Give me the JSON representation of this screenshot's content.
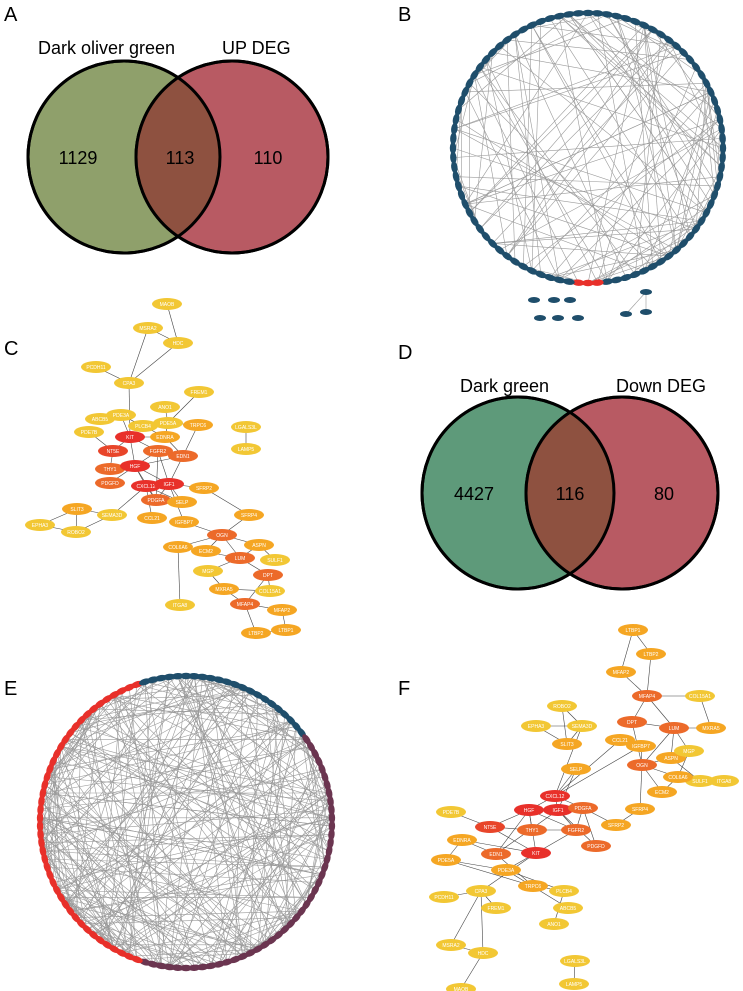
{
  "panels": {
    "A": {
      "label": "A",
      "venn": {
        "left_title": "Dark oliver green",
        "right_title": "UP DEG",
        "left_only": "1129",
        "overlap": "113",
        "right_only": "110",
        "colors": {
          "left": "#8fa06b",
          "right": "#b85a63",
          "overlap": "#8e5140"
        }
      }
    },
    "B": {
      "label": "B",
      "network": {
        "node_count": 88,
        "colors": {
          "dark": "#1f4e6b",
          "mid": "#6b3550",
          "red": "#e8302a",
          "edge": "#9a9a9a"
        }
      }
    },
    "C": {
      "label": "C",
      "nodes": [
        {
          "id": "MAOB",
          "color": "#f2c734"
        },
        {
          "id": "MSRA2",
          "color": "#f2c734"
        },
        {
          "id": "HDC",
          "color": "#f2c734"
        },
        {
          "id": "PCDH11",
          "color": "#f2c734"
        },
        {
          "id": "CPA3",
          "color": "#f2c734"
        },
        {
          "id": "FREM1",
          "color": "#f2c734"
        },
        {
          "id": "ANO1",
          "color": "#f2c734"
        },
        {
          "id": "ABCB5",
          "color": "#f2c734"
        },
        {
          "id": "PDE3A",
          "color": "#f2c734"
        },
        {
          "id": "PLCB4",
          "color": "#f2c734"
        },
        {
          "id": "PDE5A",
          "color": "#f2c734"
        },
        {
          "id": "TRPC6",
          "color": "#f5a623"
        },
        {
          "id": "PDE7B",
          "color": "#f2c734"
        },
        {
          "id": "KIT",
          "color": "#e8302a"
        },
        {
          "id": "EDNRA",
          "color": "#f5a623"
        },
        {
          "id": "NT5E",
          "color": "#e8452a"
        },
        {
          "id": "FGFR2",
          "color": "#ec6a2a"
        },
        {
          "id": "EDN1",
          "color": "#ec6a2a"
        },
        {
          "id": "THY1",
          "color": "#ec6a2a"
        },
        {
          "id": "HGF",
          "color": "#e8302a"
        },
        {
          "id": "PDGFD",
          "color": "#ec6a2a"
        },
        {
          "id": "CXCL12",
          "color": "#e8302a"
        },
        {
          "id": "IGF1",
          "color": "#e8302a"
        },
        {
          "id": "PDGFA",
          "color": "#ec6a2a"
        },
        {
          "id": "SFRP2",
          "color": "#f5a623"
        },
        {
          "id": "SELP",
          "color": "#f5a623"
        },
        {
          "id": "SLIT3",
          "color": "#f5a623"
        },
        {
          "id": "SEMA3D",
          "color": "#f2c734"
        },
        {
          "id": "EPHA3",
          "color": "#f2c734"
        },
        {
          "id": "ROBO2",
          "color": "#f2c734"
        },
        {
          "id": "CCL21",
          "color": "#f5a623"
        },
        {
          "id": "IGFBP7",
          "color": "#f5a623"
        },
        {
          "id": "SFRP4",
          "color": "#f5a623"
        },
        {
          "id": "OGN",
          "color": "#ec6a2a"
        },
        {
          "id": "ASPN",
          "color": "#f5a623"
        },
        {
          "id": "SULF1",
          "color": "#f2c734"
        },
        {
          "id": "COL6A6",
          "color": "#f5a623"
        },
        {
          "id": "ECM2",
          "color": "#f5a623"
        },
        {
          "id": "LUM",
          "color": "#ec6a2a"
        },
        {
          "id": "DPT",
          "color": "#ec6a2a"
        },
        {
          "id": "MGP",
          "color": "#f2c734"
        },
        {
          "id": "COL15A1",
          "color": "#f2c734"
        },
        {
          "id": "MXRA5",
          "color": "#f5a623"
        },
        {
          "id": "MFAP4",
          "color": "#ec6a2a"
        },
        {
          "id": "MFAP2",
          "color": "#f5a623"
        },
        {
          "id": "ITGA8",
          "color": "#f2c734"
        },
        {
          "id": "LTBP2",
          "color": "#f5a623"
        },
        {
          "id": "LTBP1",
          "color": "#f5a623"
        },
        {
          "id": "LGALS3L",
          "color": "#f2c734"
        },
        {
          "id": "LAMP5",
          "color": "#f2c734"
        }
      ]
    },
    "D": {
      "label": "D",
      "venn": {
        "left_title": "Dark green",
        "right_title": "Down DEG",
        "left_only": "4427",
        "overlap": "116",
        "right_only": "80",
        "colors": {
          "left": "#5e9a7a",
          "right": "#b85a63",
          "overlap": "#8e5140"
        }
      }
    },
    "E": {
      "label": "E",
      "network": {
        "node_count": 110,
        "colors": {
          "dark": "#1f4e6b",
          "mid": "#6b3550",
          "red": "#e8302a",
          "edge": "#9a9a9a"
        }
      }
    },
    "F": {
      "label": "F",
      "nodes": [
        {
          "id": "LTBP1",
          "color": "#f5a623"
        },
        {
          "id": "LTBP2",
          "color": "#f5a623"
        },
        {
          "id": "MFAP2",
          "color": "#f5a623"
        },
        {
          "id": "MFAP4",
          "color": "#ec6a2a"
        },
        {
          "id": "COL15A1",
          "color": "#f2c734"
        },
        {
          "id": "DPT",
          "color": "#ec6a2a"
        },
        {
          "id": "LUM",
          "color": "#ec6a2a"
        },
        {
          "id": "MXRA5",
          "color": "#f5a623"
        },
        {
          "id": "ROBO2",
          "color": "#f2c734"
        },
        {
          "id": "EPHA3",
          "color": "#f2c734"
        },
        {
          "id": "SEMA3D",
          "color": "#f2c734"
        },
        {
          "id": "CCL21",
          "color": "#f5a623"
        },
        {
          "id": "SLIT3",
          "color": "#f5a623"
        },
        {
          "id": "IGFBP7",
          "color": "#f5a623"
        },
        {
          "id": "OGN",
          "color": "#ec6a2a"
        },
        {
          "id": "ASPN",
          "color": "#f5a623"
        },
        {
          "id": "MGP",
          "color": "#f2c734"
        },
        {
          "id": "SULF1",
          "color": "#f2c734"
        },
        {
          "id": "ITGA8",
          "color": "#f2c734"
        },
        {
          "id": "COL6A6",
          "color": "#f5a623"
        },
        {
          "id": "ECM2",
          "color": "#f5a623"
        },
        {
          "id": "SELP",
          "color": "#f5a623"
        },
        {
          "id": "CXCL12",
          "color": "#e8302a"
        },
        {
          "id": "SFRP4",
          "color": "#f5a623"
        },
        {
          "id": "HGF",
          "color": "#e8302a"
        },
        {
          "id": "IGF1",
          "color": "#e8302a"
        },
        {
          "id": "PDGFA",
          "color": "#ec6a2a"
        },
        {
          "id": "SFRP2",
          "color": "#f5a623"
        },
        {
          "id": "PDE7B",
          "color": "#f2c734"
        },
        {
          "id": "NT5E",
          "color": "#e8452a"
        },
        {
          "id": "THY1",
          "color": "#ec6a2a"
        },
        {
          "id": "FGFR2",
          "color": "#ec6a2a"
        },
        {
          "id": "PDGFD",
          "color": "#ec6a2a"
        },
        {
          "id": "EDNRA",
          "color": "#f5a623"
        },
        {
          "id": "PDE5A",
          "color": "#f5a623"
        },
        {
          "id": "EDN1",
          "color": "#ec6a2a"
        },
        {
          "id": "KIT",
          "color": "#e8302a"
        },
        {
          "id": "PDE3A",
          "color": "#f5a623"
        },
        {
          "id": "TRPC6",
          "color": "#f5a623"
        },
        {
          "id": "PLCB4",
          "color": "#f2c734"
        },
        {
          "id": "ABCB5",
          "color": "#f2c734"
        },
        {
          "id": "ANO1",
          "color": "#f2c734"
        },
        {
          "id": "PCDH11",
          "color": "#f2c734"
        },
        {
          "id": "CPA3",
          "color": "#f2c734"
        },
        {
          "id": "FREM1",
          "color": "#f2c734"
        },
        {
          "id": "MSRA2",
          "color": "#f2c734"
        },
        {
          "id": "HDC",
          "color": "#f2c734"
        },
        {
          "id": "MAOB",
          "color": "#f2c734"
        },
        {
          "id": "LGALS3L",
          "color": "#f2c734"
        },
        {
          "id": "LAMP5",
          "color": "#f2c734"
        }
      ]
    }
  }
}
